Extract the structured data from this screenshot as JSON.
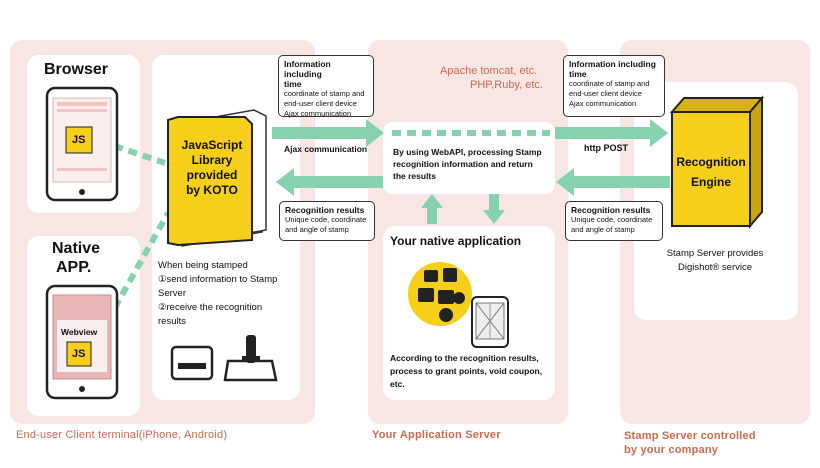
{
  "client": {
    "browser_title": "Browser",
    "native_title_line1": "Native",
    "native_title_line2": "APP.",
    "js_label": "JS",
    "webview_label": "Webview",
    "caption": "End-user Client terminal(iPhone, Android)"
  },
  "library": {
    "line1": "JavaScript",
    "line2": "Library",
    "line3": "provided",
    "line4": "by KOTO",
    "stamp_note_title": "When being stamped",
    "stamp_step1_a": "①send information to Stamp",
    "stamp_step1_b": "Server",
    "stamp_step2_a": "②receive the recognition",
    "stamp_step2_b": "results"
  },
  "app_server": {
    "tech_line1": "Apache tomcat, etc.",
    "tech_line2": "PHP,Ruby, etc.",
    "webapi_line1": "By using WebAPI, processing Stamp",
    "webapi_line2": "recognition information and return",
    "webapi_line3": "the results",
    "native_app_title": "Your native application",
    "native_app_desc_line1": "According to the recognition results,",
    "native_app_desc_line2": "process to grant points, void coupon,",
    "native_app_desc_line3": "etc.",
    "caption": "Your Application Server"
  },
  "stamp_server": {
    "engine_line1": "Recognition",
    "engine_line2": "Engine",
    "provides_line1": "Stamp Server provides",
    "provides_line2": "Digishot® service",
    "caption_line1": "Stamp Server controlled",
    "caption_line2": "by your company"
  },
  "callouts": {
    "info_left_title1": "Information including",
    "info_left_title2": "time",
    "info_left_l1": "coordinate of stamp and",
    "info_left_l2": "end-user client device",
    "info_left_l3": "Ajax communication",
    "ajax_label": "Ajax communication",
    "result_left_title": "Recognition results",
    "result_left_l1": "Unique code, coordinate",
    "result_left_l2": "and angle of stamp",
    "info_right_title1": "Information including",
    "info_right_title2": "time",
    "info_right_l1": "coordinate of stamp and",
    "info_right_l2": "end-user client device",
    "info_right_l3": "Ajax communication",
    "http_label": "http POST",
    "result_right_title": "Recognition results",
    "result_right_l1": "Unique code, coordinate",
    "result_right_l2": "and angle of stamp"
  },
  "colors": {
    "panel": "#f8e6e4",
    "arrow_green": "#86d1b0",
    "yellow": "#f6cf1a",
    "caption_rust": "#c96a4f",
    "tech_text": "#c96a4f"
  }
}
